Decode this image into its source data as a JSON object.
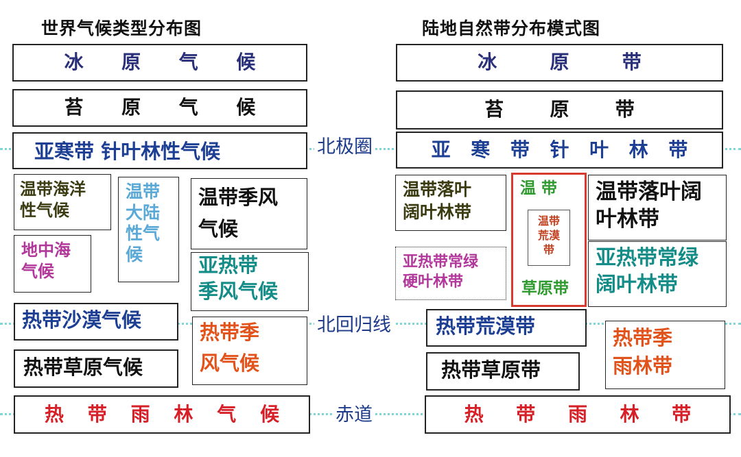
{
  "titles": {
    "left": "世界气候类型分布图",
    "right": "陆地自然带分布模式图"
  },
  "latitude_lines": {
    "arctic_circle": "北极圈",
    "tropic_of_cancer": "北回归线",
    "equator": "赤道"
  },
  "left_climates": {
    "ice_cap": [
      "冰",
      "原",
      "气",
      "候"
    ],
    "tundra": [
      "苔",
      "原",
      "气",
      "候"
    ],
    "subarctic": "亚寒带 针叶林性气候",
    "temperate_maritime": "温带海洋\n性气候",
    "temperate_continental": "温带\n大陆\n性气\n候",
    "temperate_monsoon": "温带季风\n气候",
    "mediterranean": "地中海\n气候",
    "subtropical_monsoon": "亚热带\n季风气候",
    "tropical_desert": "热带沙漠气候",
    "tropical_monsoon": "热带季\n风气候",
    "tropical_savanna": "热带草原气候",
    "tropical_rainforest": [
      "热",
      "带",
      "雨",
      "林",
      "气",
      "候"
    ]
  },
  "right_zones": {
    "ice_desert": [
      "冰",
      "原",
      "带"
    ],
    "tundra": [
      "苔",
      "原",
      "带"
    ],
    "taiga": [
      "亚",
      "寒",
      "带",
      "针",
      "叶",
      "林",
      "带"
    ],
    "temperate_deciduous_west": "温带落叶\n阔叶林带",
    "temperate_steppe_top": "温  带",
    "temperate_desert": "温带\n荒漠\n带",
    "temperate_steppe_bottom": "草原带",
    "temperate_deciduous_east": "温带落叶阔\n叶林带",
    "subtropical_sclerophyll": "亚热带常绿\n硬叶林带",
    "subtropical_evergreen": "亚热带常绿\n阔叶林带",
    "tropical_desert": "热带荒漠带",
    "tropical_monsoon_forest": "热带季\n雨林带",
    "tropical_savanna": "热带草原带",
    "tropical_rainforest": [
      "热",
      "带",
      "雨",
      "林",
      "带"
    ]
  },
  "colors": {
    "navy": "#2a2f7a",
    "black": "#111111",
    "blue": "#1c3f94",
    "olive": "#3b3b12",
    "lightblue": "#5aa9d6",
    "magenta": "#b2379b",
    "teal": "#148c87",
    "orange": "#e2531b",
    "red": "#d61f26",
    "green": "#2e9a2e",
    "brownred": "#c2401f",
    "line": "#7fd6d6"
  }
}
